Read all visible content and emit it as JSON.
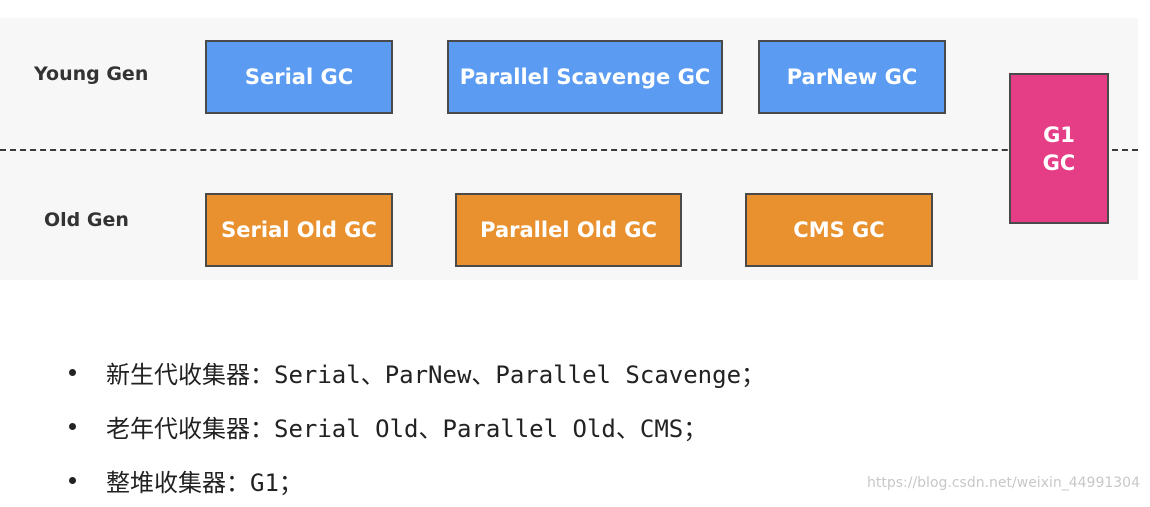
{
  "diagram": {
    "labels": {
      "young_gen": "Young Gen",
      "old_gen": "Old Gen"
    },
    "young_collectors": [
      "Serial GC",
      "Parallel Scavenge GC",
      "ParNew GC"
    ],
    "old_collectors": [
      "Serial Old GC",
      "Parallel Old GC",
      "CMS GC"
    ],
    "g1": {
      "line1": "G1",
      "line2": "GC"
    },
    "colors": {
      "young": "#5b9cf2",
      "old": "#e9912e",
      "g1": "#e53d86"
    }
  },
  "bullets": [
    {
      "cn": "新生代收集器：",
      "en": "Serial、ParNew、Parallel Scavenge；"
    },
    {
      "cn": "老年代收集器：",
      "en": "Serial Old、Parallel Old、CMS；"
    },
    {
      "cn": "整堆收集器：",
      "en": "G1；"
    }
  ],
  "watermark": "https://blog.csdn.net/weixin_44991304"
}
